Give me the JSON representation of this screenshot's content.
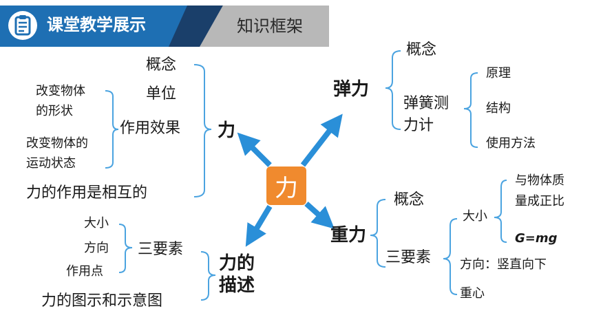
{
  "header": {
    "title": "课堂教学展示",
    "subtitle": "知识框架",
    "icon": "clipboard-icon"
  },
  "center": "力",
  "branches": {
    "force": {
      "label": "力",
      "items": [
        "概念",
        "单位",
        "作用效果",
        "力的作用是相互的"
      ],
      "effects": [
        "改变物体",
        "的形状",
        "改变物体的",
        "运动状态"
      ]
    },
    "elastic": {
      "label": "弹力",
      "concept": "概念",
      "meter_line1": "弹簧测",
      "meter_line2": "力计",
      "meter_items": [
        "原理",
        "结构",
        "使用方法"
      ]
    },
    "describe": {
      "label_line1": "力的",
      "label_line2": "描述",
      "three": "三要素",
      "elements": [
        "大小",
        "方向",
        "作用点"
      ],
      "diagram": "力的图示和示意图"
    },
    "gravity": {
      "label": "重力",
      "concept": "概念",
      "three": "三要素",
      "size": "大小",
      "size_line1": "与物体质",
      "size_line2": "量成正比",
      "formula": "G=mg",
      "direction": "方向：竖直向下",
      "center": "重心"
    }
  },
  "colors": {
    "accent": "#1e6fb3",
    "arrow": "#2a8fd8",
    "center": "#f08a2e",
    "brace": "#4aa3e0"
  }
}
